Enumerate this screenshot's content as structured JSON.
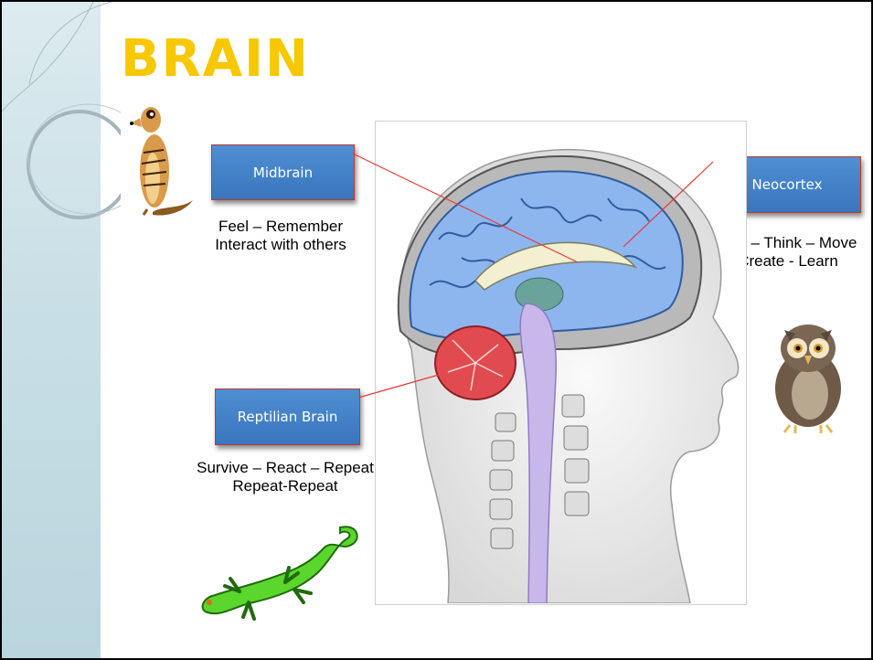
{
  "slide": {
    "title": "BRAIN"
  },
  "labels": {
    "midbrain": {
      "box": "Midbrain",
      "lines": [
        "Feel – Remember",
        "Interact with others"
      ]
    },
    "neocortex": {
      "box": "Neocortex",
      "lines": [
        "Talk – Think – Move",
        "Create - Learn"
      ]
    },
    "reptilian": {
      "box": "Reptilian Brain",
      "lines": [
        "Survive – React – Repeat",
        "Repeat-Repeat"
      ]
    }
  },
  "colors": {
    "title": "#f7c700",
    "box_fill": "#3f7fc6",
    "box_border": "#c0392b",
    "leader_line": "#e8393a",
    "sidebar": "#c9dfe6",
    "cerebrum": "#8db6ee",
    "cerebellum": "#e14a4f",
    "brainstem": "#c8b8ea",
    "lizard": "#5ad62c"
  },
  "illustrations": {
    "meerkat": "meerkat-illustration",
    "owl": "owl-illustration",
    "lizard": "lizard-illustration",
    "head": "head-sagittal-section-illustration"
  }
}
